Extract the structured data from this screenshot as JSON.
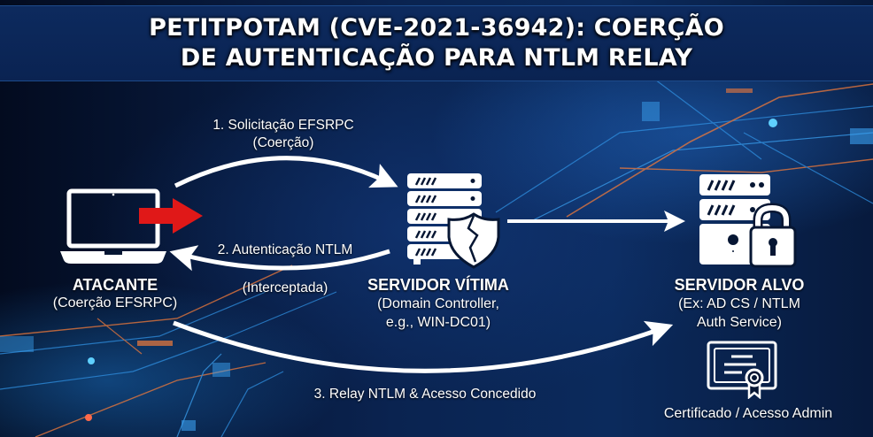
{
  "title": {
    "line1": "PETITPOTAM (CVE-2021-36942): COERÇÃO",
    "line2": "DE AUTENTICAÇÃO PARA NTLM RELAY"
  },
  "colors": {
    "background": "#061633",
    "title_band": "#0d2a5e",
    "foreground": "#ffffff",
    "attack_arrow": "#e01818",
    "circuit_blue": "#2f8fe0",
    "circuit_orange": "#f07a3a"
  },
  "nodes": {
    "attacker": {
      "icon": "laptop-icon",
      "name": "ATACANTE",
      "subtitle": "(Coerção EFSRPC)"
    },
    "victim": {
      "icon": "server-broken-shield-icon",
      "name": "SERVIDOR VÍTIMA",
      "subtitle_line1": "(Domain Controller,",
      "subtitle_line2": "e.g., WIN-DC01)"
    },
    "target": {
      "icon": "server-lock-icon",
      "name": "SERVIDOR ALVO",
      "subtitle_line1": "(Ex: AD CS / NTLM",
      "subtitle_line2": "Auth Service)"
    },
    "certificate": {
      "icon": "certificate-icon",
      "label": "Certificado / Acesso Admin"
    }
  },
  "edges": [
    {
      "id": "step1",
      "from": "attacker",
      "to": "victim",
      "label_line1": "1. Solicitação EFSRPC",
      "label_line2": "(Coerção)"
    },
    {
      "id": "step2",
      "from": "victim",
      "to": "attacker",
      "label_line1": "2. Autenticação NTLM",
      "label_line2": "(Interceptada)"
    },
    {
      "id": "relay",
      "from": "victim",
      "to": "target",
      "label_line1": ""
    },
    {
      "id": "step3",
      "from": "attacker",
      "to": "target",
      "label_line1": "3. Relay NTLM & Acesso Concedido"
    }
  ]
}
